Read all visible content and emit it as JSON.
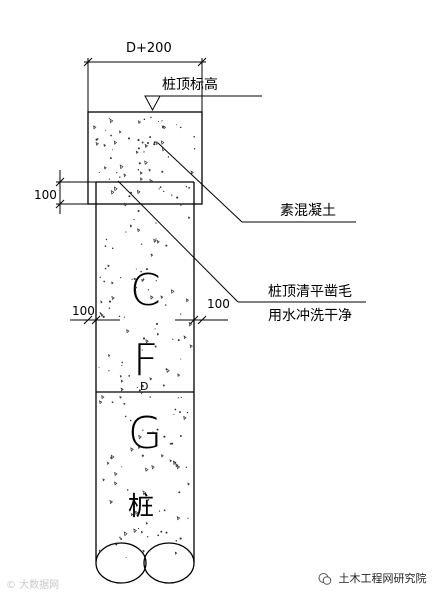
{
  "labels": {
    "width_dim": "D+200",
    "pile_top_elevation": "桩顶标高",
    "plain_concrete": "素混凝土",
    "roughen_line1": "桩顶清平凿毛",
    "roughen_line2": "用水冲洗干净",
    "offset_top": "100",
    "offset_left": "100",
    "offset_right": "100",
    "diameter": "D"
  },
  "pile_letters": [
    "C",
    "F",
    "G",
    "桩"
  ],
  "watermark": {
    "left": "© 大数据网",
    "right": "土木工程网研究院"
  },
  "colors": {
    "line": "#000000",
    "background": "#ffffff",
    "watermark_light": "#c9c9c9"
  }
}
